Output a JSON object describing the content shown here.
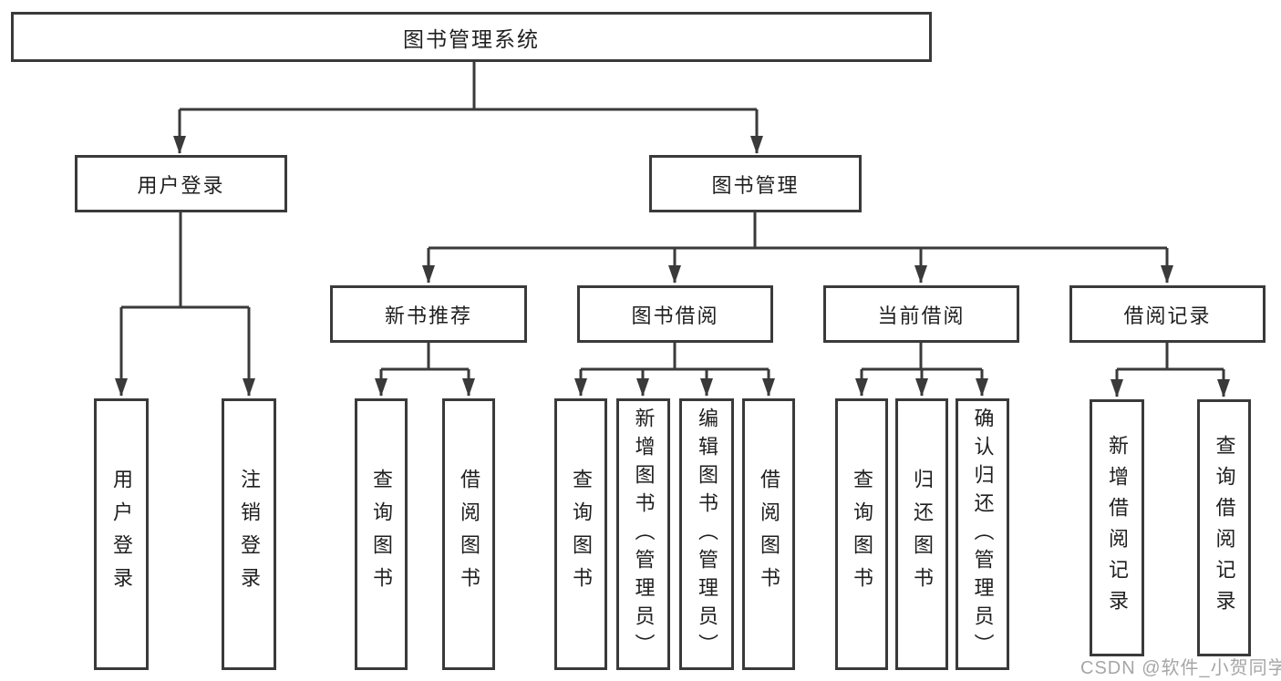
{
  "tree": {
    "root": "图书管理系统",
    "branches": [
      {
        "label": "用户登录",
        "children": [
          "用户登录",
          "注销登录"
        ]
      },
      {
        "label": "图书管理"
      }
    ],
    "sections": [
      {
        "label": "新书推荐",
        "children": [
          "查询图书",
          "借阅图书"
        ]
      },
      {
        "label": "图书借阅",
        "children": [
          "查询图书",
          "新增图书（管理员）",
          "编辑图书（管理员）",
          "借阅图书"
        ]
      },
      {
        "label": "当前借阅",
        "children": [
          "查询图书",
          "归还图书",
          "确认归还（管理员）"
        ]
      },
      {
        "label": "借阅记录",
        "children": [
          "新增借阅记录",
          "查询借阅记录"
        ]
      }
    ]
  },
  "watermark": {
    "text": "CSDN @软件_小贺同学"
  },
  "colors": {
    "line": "#3a3a3a",
    "text": "#1f1f1f",
    "background": "#ffffff",
    "watermark": "#a6a6a6"
  }
}
